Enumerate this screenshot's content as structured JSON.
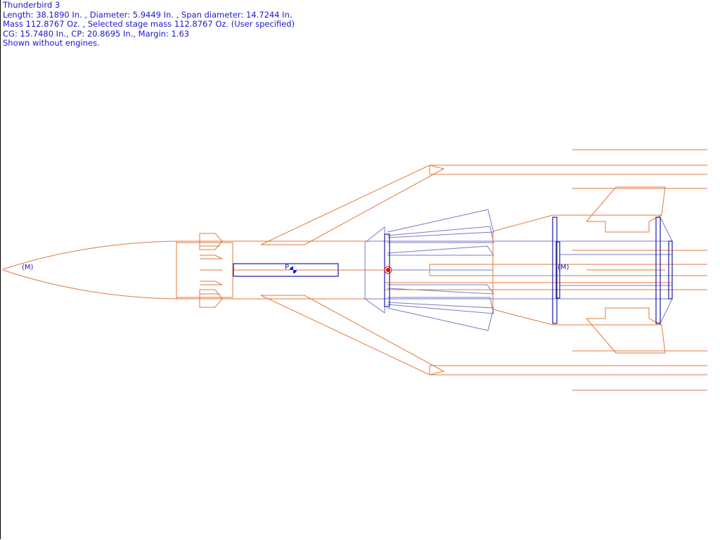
{
  "info": {
    "title": "Thunderbird 3",
    "dimensions": "Length: 38.1890 In. , Diameter: 5.9449 In. , Span diameter: 14.7244 In.",
    "mass": "Mass 112.8767 Oz. , Selected stage mass 112.8767 Oz. (User specified)",
    "stability": "CG: 15.7480 In., CP: 20.8695 In., Margin: 1.63",
    "note": "Shown without engines."
  },
  "labels": {
    "mass_marker_nose": "(M)",
    "mass_marker_aft": "(M)",
    "cp_label": "P"
  },
  "colors": {
    "component": "#e07a3c",
    "selected": "#7a78c4",
    "mass": "#1c1ca8",
    "cg": "#e01010"
  }
}
